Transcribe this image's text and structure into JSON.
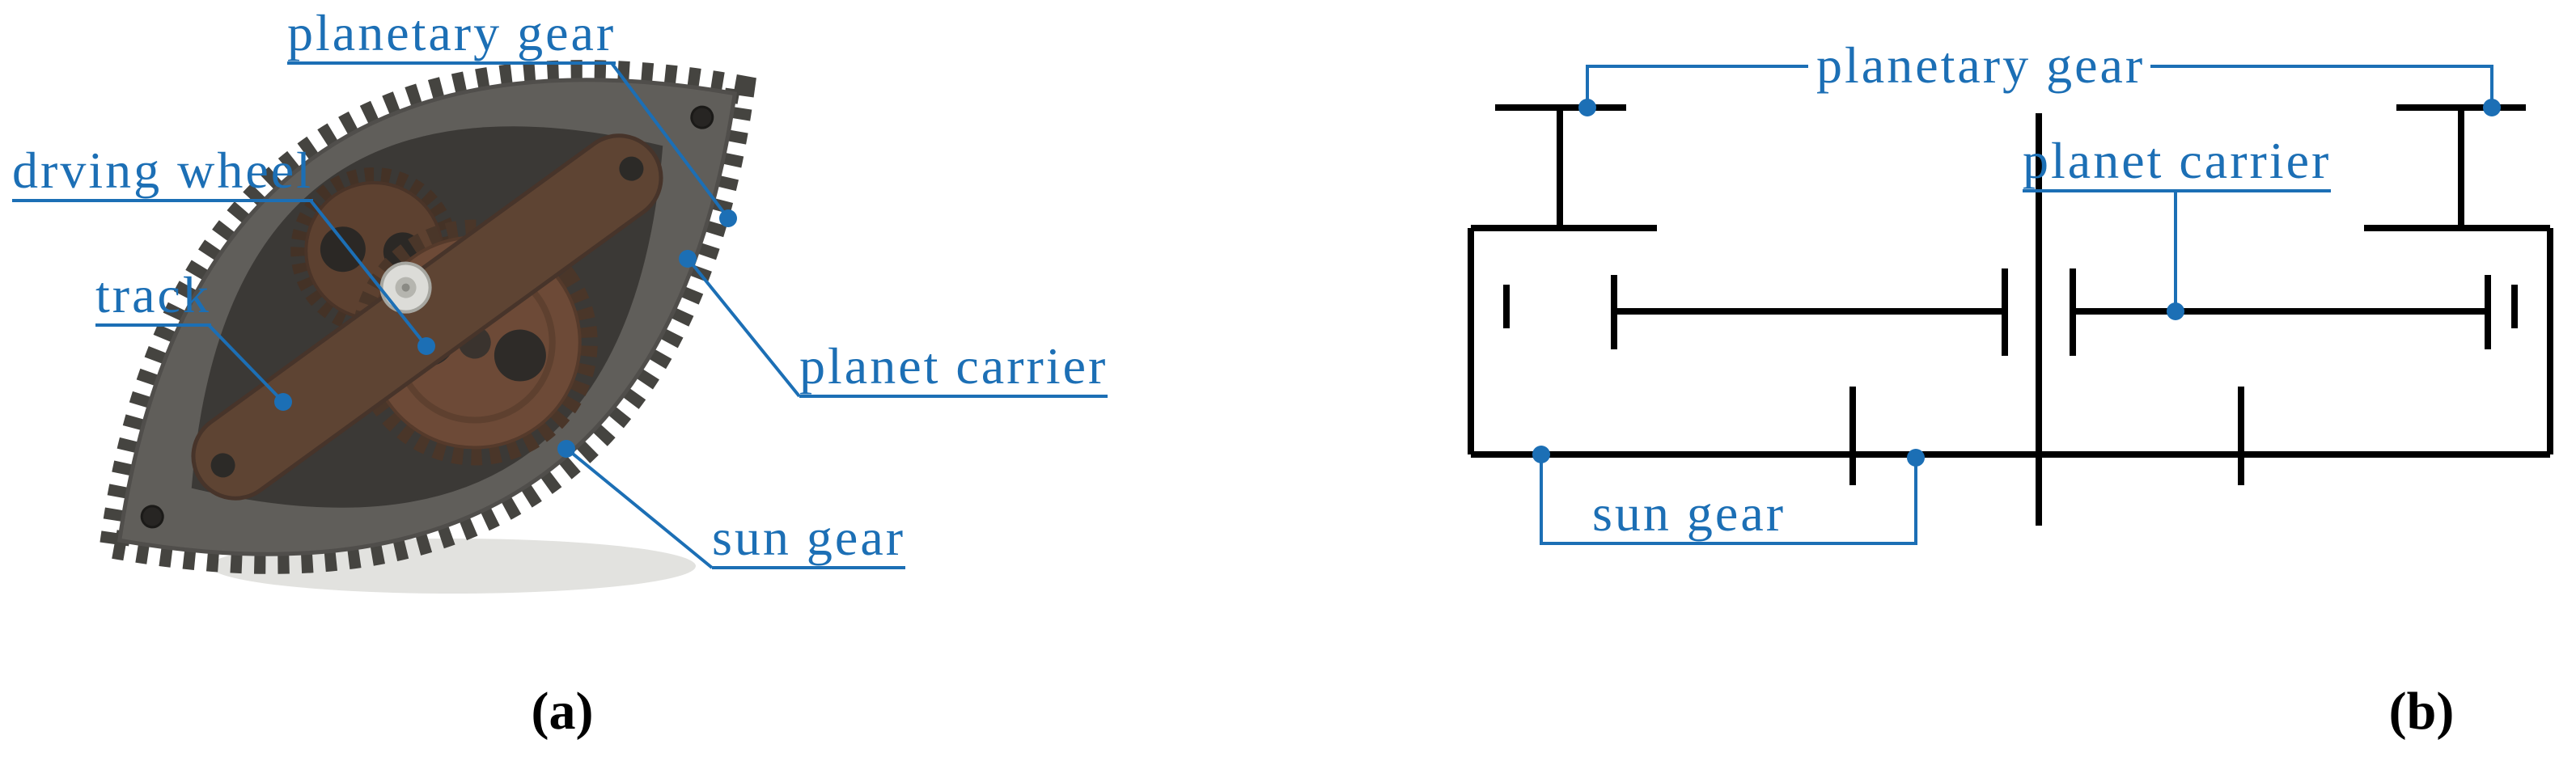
{
  "panel_a": {
    "caption": "(a)",
    "labels": {
      "planetary_gear": "planetary gear",
      "driving_wheel": "drving wheel",
      "track": "track",
      "planet_carrier": "planet carrier",
      "sun_gear": "sun gear"
    }
  },
  "panel_b": {
    "caption": "(b)",
    "labels": {
      "planetary_gear": "planetary gear",
      "planet_carrier": "planet carrier",
      "sun_gear": "sun gear"
    }
  },
  "colors": {
    "annotation_blue": "#1c6fb5",
    "schematic_black": "#000000",
    "track_gray": "#605e5a",
    "interior_gray": "#3b3936",
    "carrier_brown": "#5e4433",
    "gear_brown": "#6d4a37"
  }
}
